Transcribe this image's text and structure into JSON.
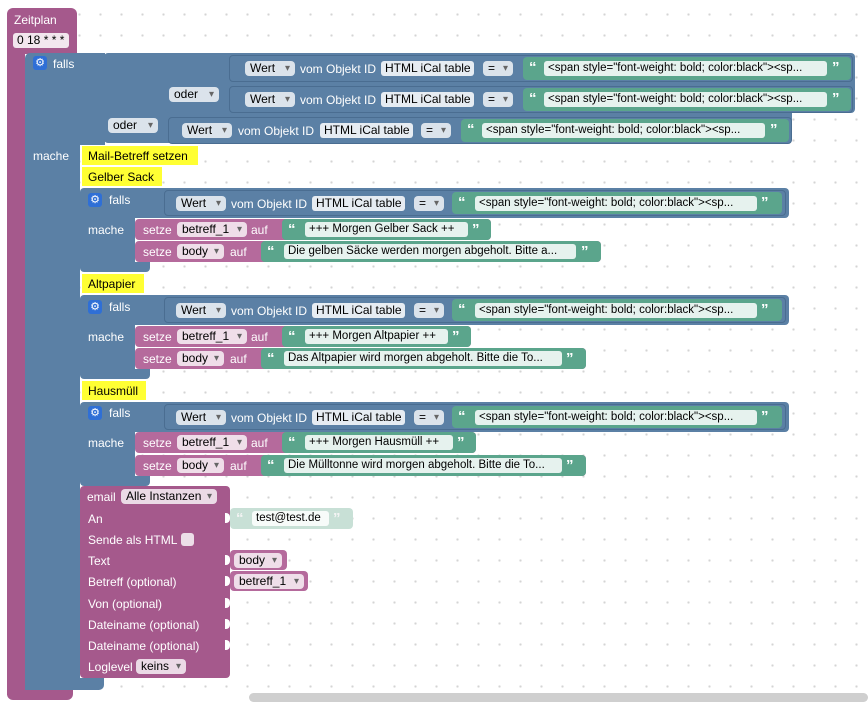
{
  "schedule": {
    "title": "Zeitplan",
    "cron": "0 18 * * *"
  },
  "cond": {
    "falls": "falls",
    "oder": "oder",
    "mache": "mache",
    "wert": "Wert",
    "vom_objekt_id": "vom Objekt ID",
    "object": "HTML iCal table",
    "op": "=",
    "value": "<span style=\"font-weight: bold; color:black\"><sp..."
  },
  "comments": {
    "mail": "Mail-Betreff setzen",
    "gelb": "Gelber Sack",
    "papier": "Altpapier",
    "muell": "Hausmüll"
  },
  "setze": {
    "label": "setze",
    "auf": "auf",
    "var_betreff": "betreff_1",
    "var_body": "body"
  },
  "sections": {
    "gelb": {
      "subject": "+++ Morgen Gelber Sack ++",
      "body": "Die gelben Säcke werden morgen abgeholt. Bitte a..."
    },
    "papier": {
      "subject": "+++ Morgen Altpapier ++",
      "body": "Das Altpapier wird morgen abgeholt. Bitte die To..."
    },
    "muell": {
      "subject": "+++ Morgen Hausmüll ++",
      "body": "Die Mülltonne wird morgen abgeholt. Bitte die To..."
    }
  },
  "email": {
    "label": "email",
    "instance": "Alle Instanzen",
    "an": "An",
    "to_value": "test@test.de",
    "html": "Sende als HTML",
    "text": "Text",
    "text_var": "body",
    "subject": "Betreff (optional)",
    "subject_var": "betreff_1",
    "from": "Von (optional)",
    "file1": "Dateiname (optional)",
    "file2": "Dateiname (optional)",
    "loglevel": "Loglevel",
    "loglevel_value": "keins"
  },
  "colors": {
    "schedule": "#a5598c",
    "logic": "#5b80a5",
    "text": "#5ba58c",
    "comment": "#ffff33"
  }
}
